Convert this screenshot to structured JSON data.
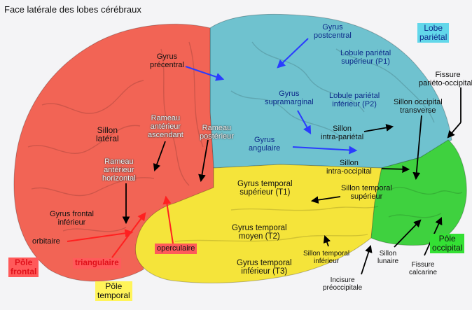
{
  "title": "Face latérale des lobes cérébraux",
  "colors": {
    "frontal": "#f26455",
    "parietal": "#6fc2cf",
    "temporal": "#f5e43a",
    "occipital": "#3fd13f",
    "blue_arrow": "#2a3cff",
    "red_arrow": "#ff2020",
    "black_arrow": "#000000",
    "frontal_highlight": "#ff5a5a",
    "temporal_highlight": "#fff45a",
    "occipital_highlight": "#34e034",
    "parietal_highlight": "#62d7ea"
  },
  "labels": {
    "gyrus_postcentral": [
      "Gyrus",
      "postcentral"
    ],
    "lobe_parietal": [
      "Lobe",
      "pariétal"
    ],
    "gyrus_precentral": [
      "Gyrus",
      "précentral"
    ],
    "lobule_parietal_superieur": [
      "Lobule pariétal",
      "supérieur (P1)"
    ],
    "fissure_parieto_occipitale": [
      "Fissure",
      "pariéto-occipitale"
    ],
    "gyrus_supramarginal": [
      "Gyrus",
      "supramarginal"
    ],
    "lobule_parietal_inferieur": [
      "Lobule pariétal",
      "inférieur (P2)"
    ],
    "sillon_occipital_transverse": [
      "Sillon occipital",
      "transverse"
    ],
    "rameau_anterieur_ascendant": [
      "Rameau",
      "antérieur",
      "ascendant"
    ],
    "rameau_posterieur": [
      "Rameau",
      "postérieur"
    ],
    "sillon_lateral": [
      "Sillon",
      "latéral"
    ],
    "sillon_intra_parietal": [
      "Sillon",
      "intra-pariétal"
    ],
    "gyrus_angulaire": [
      "Gyrus",
      "angulaire"
    ],
    "rameau_anterieur_horizontal": [
      "Rameau",
      "antérieur",
      "horizontal"
    ],
    "sillon_intra_occipital": [
      "Sillon",
      "intra-occipital"
    ],
    "gyrus_temporal_superieur": [
      "Gyrus temporal",
      "supérieur (T1)"
    ],
    "sillon_temporal_superieur": [
      "Sillon temporal",
      "supérieur"
    ],
    "gyrus_frontal_inferieur": [
      "Gyrus frontal",
      "inférieur"
    ],
    "gyrus_temporal_moyen": [
      "Gyrus temporal",
      "moyen (T2)"
    ],
    "orbitaire": "orbitaire",
    "operculaire": "operculaire",
    "pole_occipital": [
      "Pôle",
      "occipital"
    ],
    "sillon_temporal_inferieur": [
      "Sillon temporal",
      "inférieur"
    ],
    "sillon_lunaire": [
      "Sillon",
      "lunaire"
    ],
    "pole_frontal": [
      "Pôle",
      "frontal"
    ],
    "triangulaire": "triangulaire",
    "gyrus_temporal_inferieur": [
      "Gyrus temporal",
      "inférieur (T3)"
    ],
    "fissure_calcarine": [
      "Fissure",
      "calcarine"
    ],
    "pole_temporal": [
      "Pôle",
      "temporal"
    ],
    "incisure_preoccipitale": [
      "Incisure",
      "préoccipitale"
    ]
  }
}
